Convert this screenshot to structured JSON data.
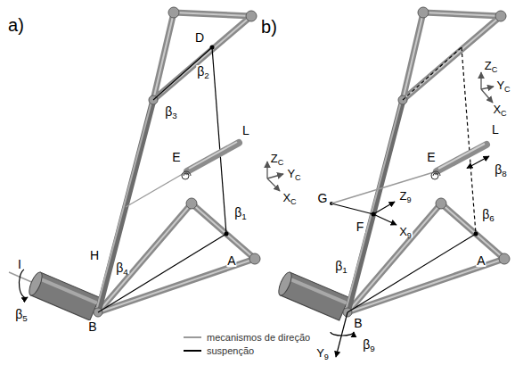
{
  "diagram": {
    "labels": [
      "a)",
      "D",
      "β2",
      "β3",
      "L",
      "E",
      "β1",
      "A",
      "H",
      "β4",
      "I",
      "β5",
      "B",
      "ZC",
      "YC",
      "XC",
      "b)",
      "L",
      "β8",
      "E",
      "G",
      "F",
      "Z9",
      "X9",
      "β6",
      "A",
      "β1",
      "B",
      "Y9",
      "β9",
      "ZC",
      "YC",
      "XC"
    ],
    "legend": [
      {
        "text": "mecanismos de direção"
      },
      {
        "text": "suspenção"
      }
    ]
  }
}
